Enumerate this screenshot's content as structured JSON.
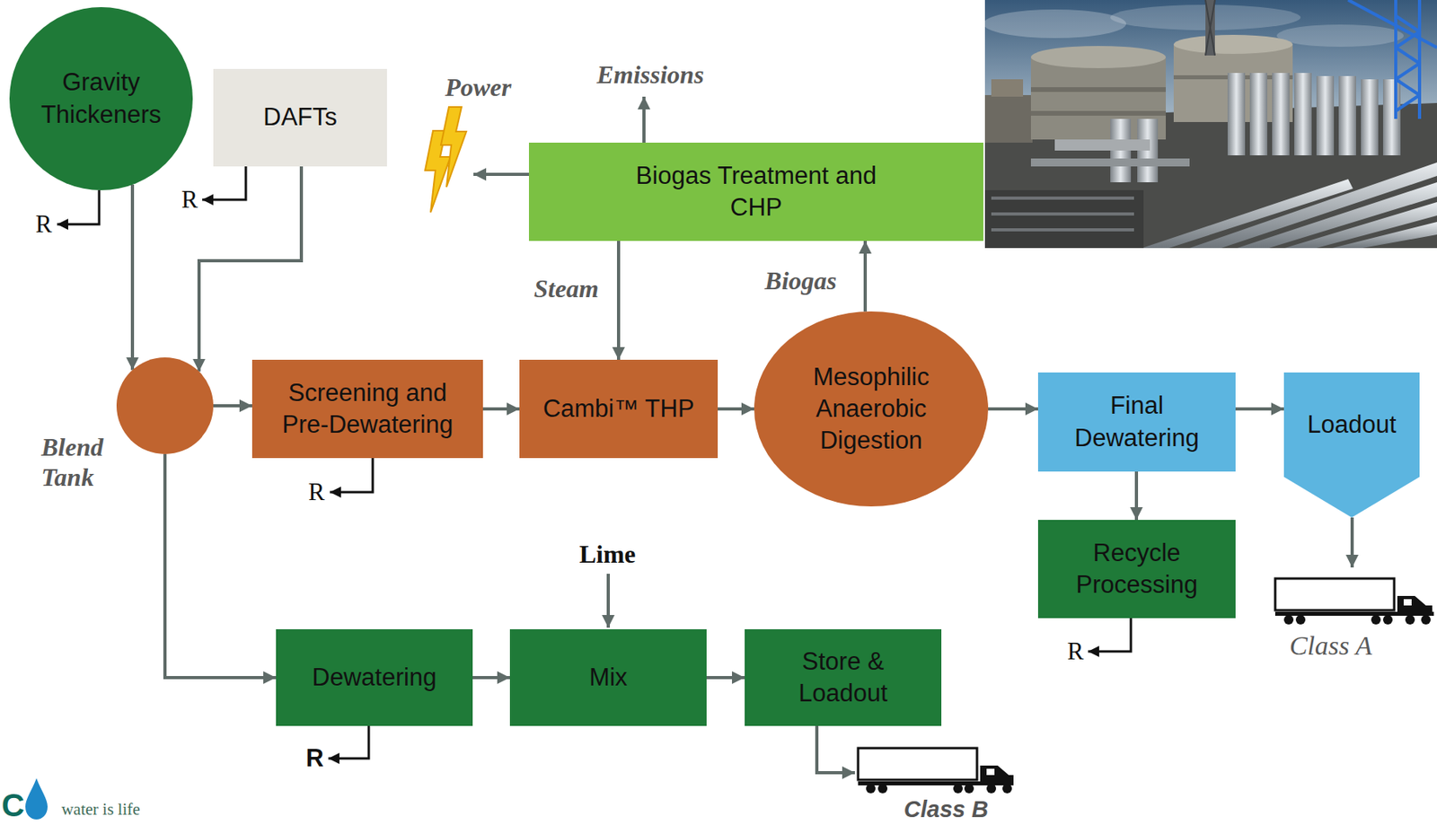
{
  "diagram": {
    "nodes": [
      {
        "text": [
          "Gravity Thickeners"
        ]
      },
      {
        "text": [
          "DAFTs"
        ]
      },
      {
        "text": [
          "Biogas Treatment and CHP"
        ]
      },
      {
        "text": [
          "Blend Tank"
        ]
      },
      {
        "text": [
          "Screening and Pre-Dewatering"
        ]
      },
      {
        "text": [
          "Cambi™ THP"
        ]
      },
      {
        "text": [
          "Mesophilic Anaerobic Digestion"
        ]
      },
      {
        "text": [
          "Final Dewatering"
        ]
      },
      {
        "text": [
          "Loadout"
        ]
      },
      {
        "text": [
          "Recycle Processing"
        ]
      },
      {
        "text": [
          "Dewatering"
        ]
      },
      {
        "text": [
          "Mix"
        ]
      },
      {
        "text": [
          "Store & Loadout"
        ]
      }
    ],
    "edges": [
      {
        "from": 0,
        "to": 3,
        "arrow": "to"
      },
      {
        "from": 1,
        "to": 3,
        "arrow": "to"
      },
      {
        "from": 3,
        "to": 4,
        "arrow": "to"
      },
      {
        "from": 4,
        "to": 5,
        "arrow": "to"
      },
      {
        "from": 5,
        "to": 6,
        "arrow": "to"
      },
      {
        "from": 6,
        "to": 2,
        "label": "Biogas",
        "arrow": "to"
      },
      {
        "from": 2,
        "to": 5,
        "label": "Steam",
        "arrow": "to"
      },
      {
        "from": 6,
        "to": 7,
        "arrow": "to"
      },
      {
        "from": 7,
        "to": 8,
        "arrow": "to"
      },
      {
        "from": 7,
        "to": 9,
        "arrow": "to"
      },
      {
        "from": 3,
        "to": 10,
        "arrow": "to"
      },
      {
        "from": 10,
        "to": 11,
        "arrow": "to"
      },
      {
        "from": 11,
        "to": 12,
        "arrow": "to"
      }
    ],
    "labels": [
      "Power",
      "Emissions",
      "R",
      "R",
      "R",
      "Lime",
      "R",
      "R",
      "Class A",
      "Class B",
      "C",
      "water is life"
    ]
  }
}
